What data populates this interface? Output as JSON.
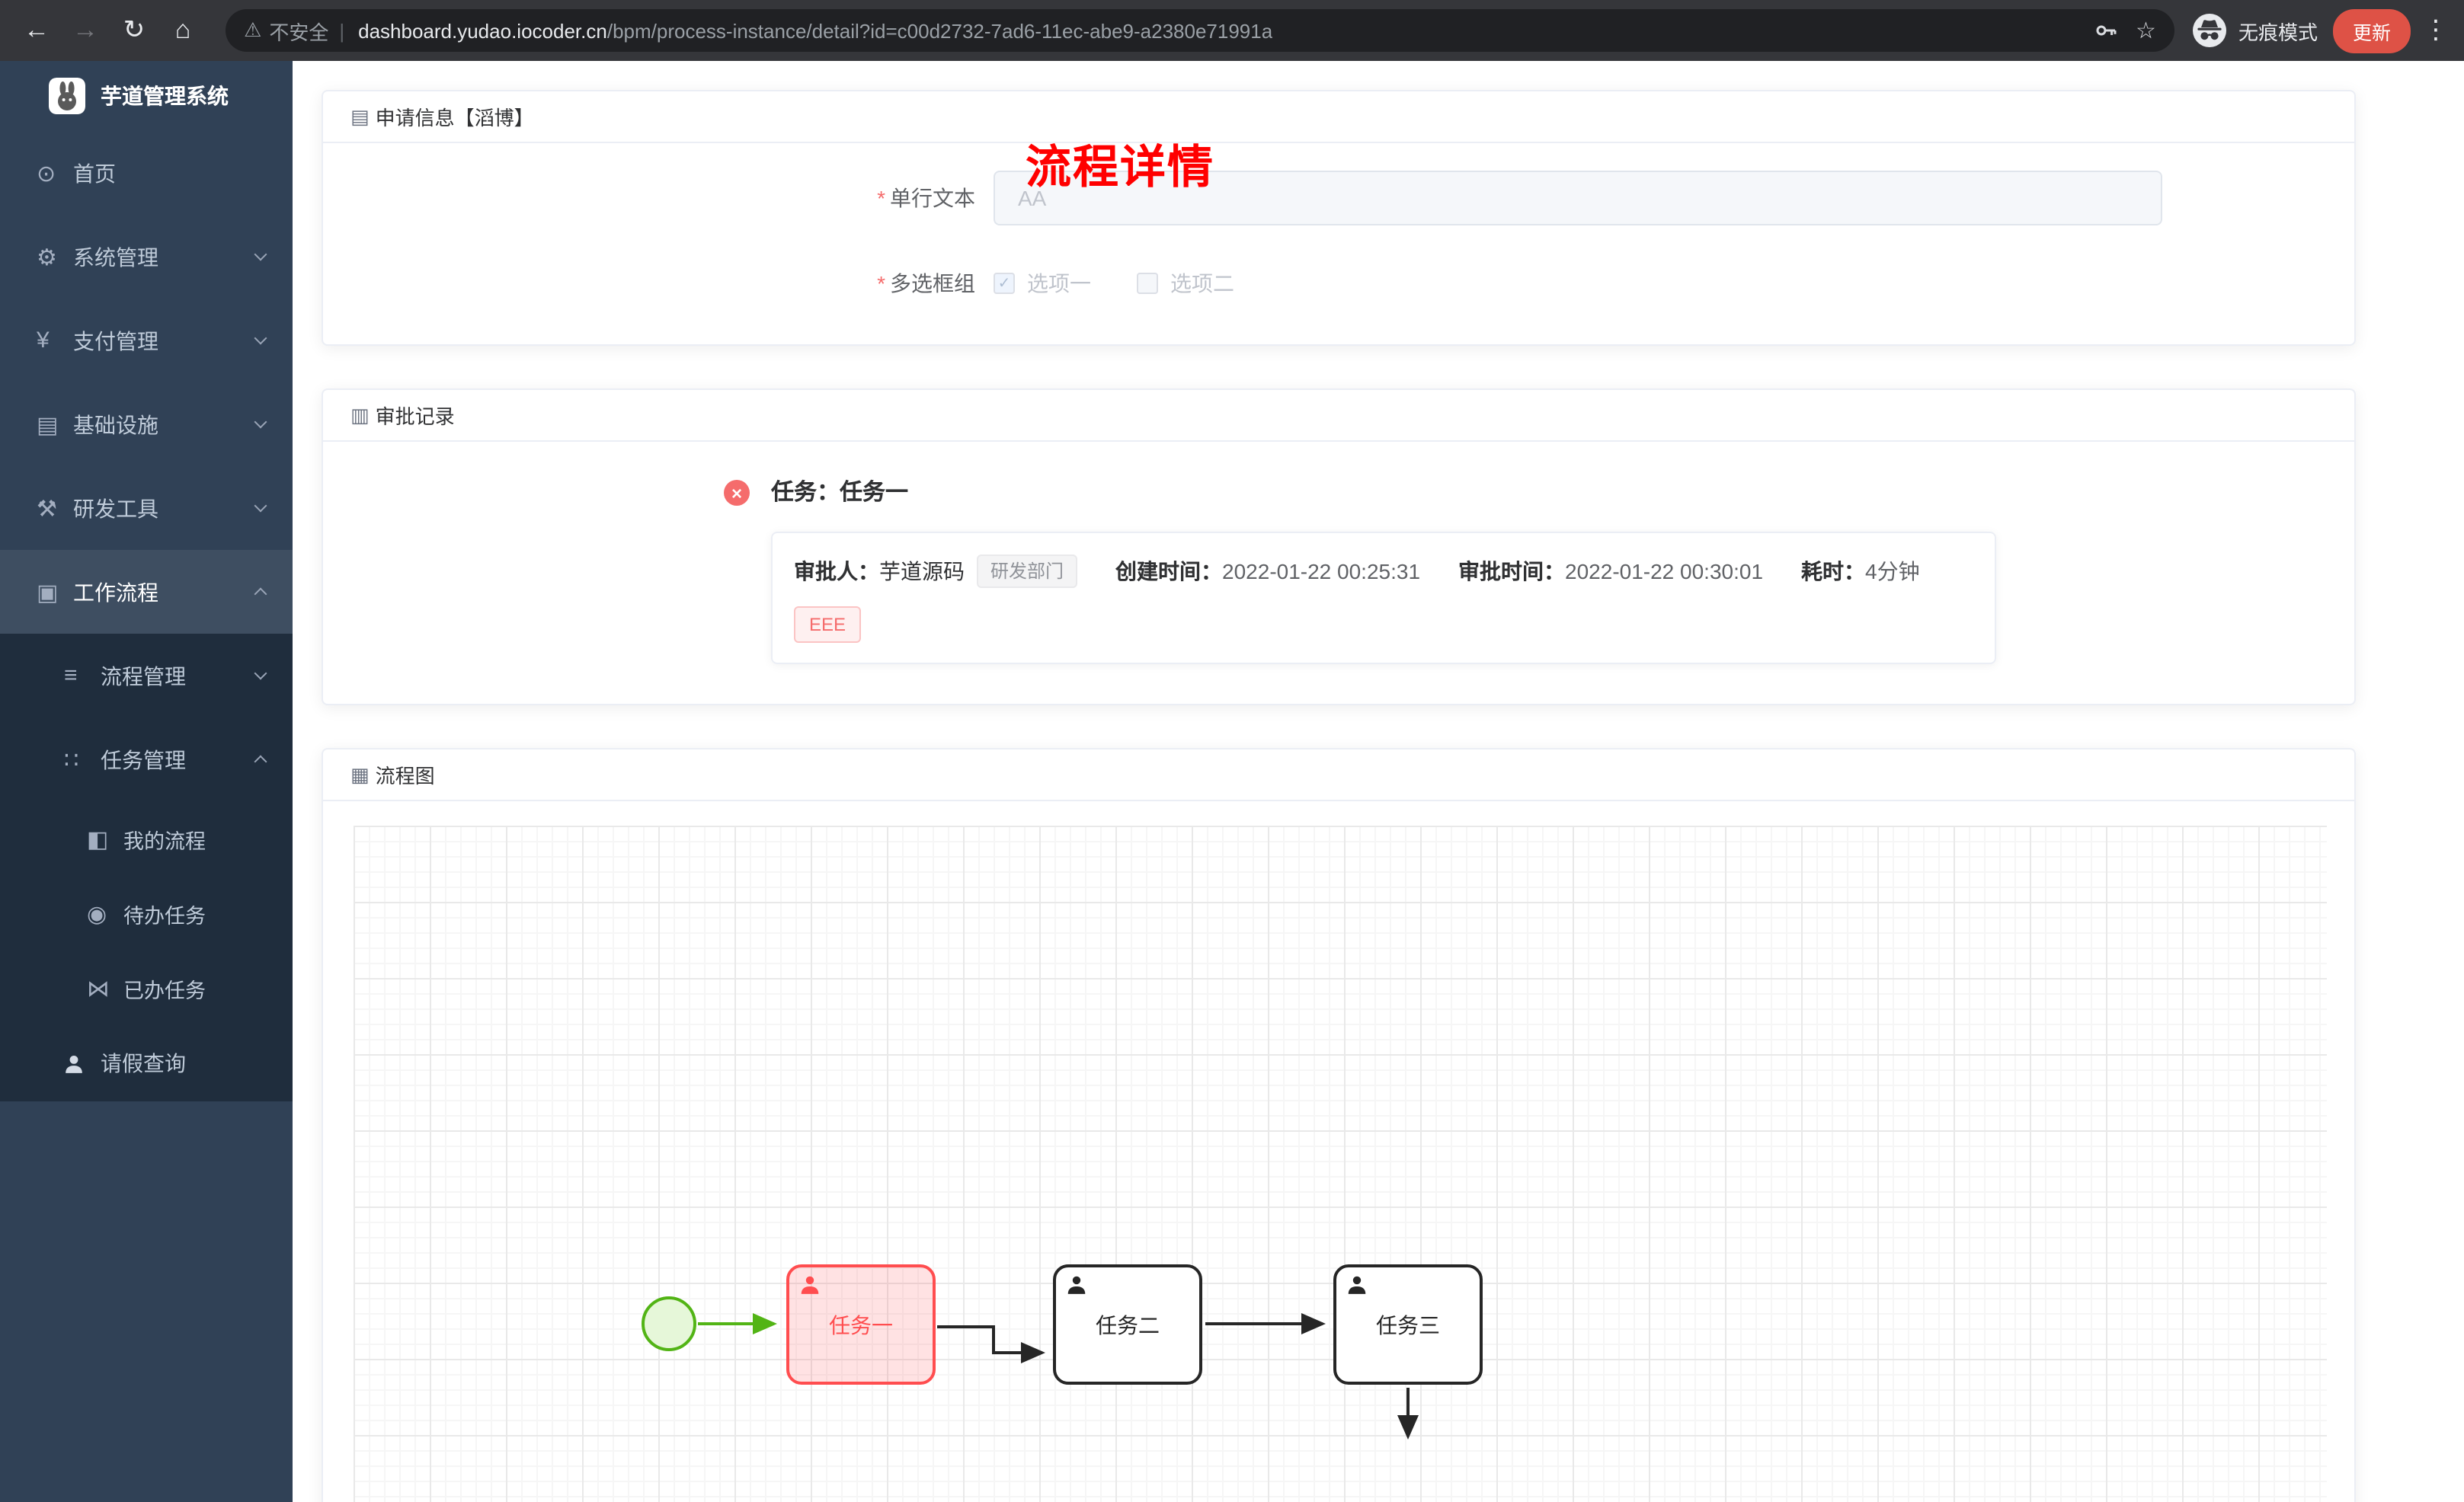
{
  "browser": {
    "security_label": "不安全",
    "url_domain": "dashboard.yudao.iocoder.cn",
    "url_path": "/bpm/process-instance/detail?id=c00d2732-7ad6-11ec-abe9-a2380e71991a",
    "incognito_label": "无痕模式",
    "update_label": "更新"
  },
  "sidebar": {
    "app_title": "芋道管理系统",
    "items": [
      {
        "label": "首页"
      },
      {
        "label": "系统管理"
      },
      {
        "label": "支付管理"
      },
      {
        "label": "基础设施"
      },
      {
        "label": "研发工具"
      },
      {
        "label": "工作流程"
      },
      {
        "label": "流程管理"
      },
      {
        "label": "任务管理"
      },
      {
        "label": "我的流程"
      },
      {
        "label": "待办任务"
      },
      {
        "label": "已办任务"
      },
      {
        "label": "请假查询"
      }
    ]
  },
  "page": {
    "title": "流程详情"
  },
  "apply": {
    "card_title": "申请信息【滔博】",
    "field1_label": "单行文本",
    "field1_placeholder": "AA",
    "field2_label": "多选框组",
    "option1": "选项一",
    "option2": "选项二"
  },
  "approval": {
    "card_title": "审批记录",
    "task_title": "任务：任务一",
    "approver_label": "审批人：",
    "approver_name": "芋道源码",
    "dept_tag": "研发部门",
    "created_label": "创建时间：",
    "created_time": "2022-01-22 00:25:31",
    "approved_label": "审批时间：",
    "approved_time": "2022-01-22 00:30:01",
    "duration_label": "耗时：",
    "duration_value": "4分钟",
    "comment_tag": "EEE"
  },
  "diagram": {
    "card_title": "流程图",
    "nodes": [
      {
        "label": "任务一",
        "highlighted": true
      },
      {
        "label": "任务二",
        "highlighted": false
      },
      {
        "label": "任务三",
        "highlighted": false
      }
    ]
  },
  "icons": {
    "back": "←",
    "forward": "→",
    "reload": "↻",
    "home": "⌂",
    "warning": "⚠",
    "divider": "|",
    "star": "☆",
    "more": "⋮",
    "doc": "▤",
    "record": "▥",
    "flow": "▦",
    "menu_home": "⊙",
    "menu_system": "⚙",
    "menu_pay": "¥",
    "menu_infra": "▤",
    "menu_devtool": "⚒",
    "menu_workflow": "▣",
    "menu_process": "≡",
    "menu_task": "∷",
    "menu_myflow": "◧",
    "menu_todo": "◉",
    "menu_done": "⋈",
    "check": "✓",
    "close": "×"
  },
  "colors": {
    "toolbar_bg": "#35363a",
    "omnibox_bg": "#202124",
    "sidebar_bg": "#304156",
    "submenu_bg": "#1f2d3d",
    "title_red": "#ff0000",
    "danger": "#f56c6c",
    "task_highlight": "#ff4d4f",
    "success_green": "#52b415",
    "update_red": "#de5246"
  }
}
